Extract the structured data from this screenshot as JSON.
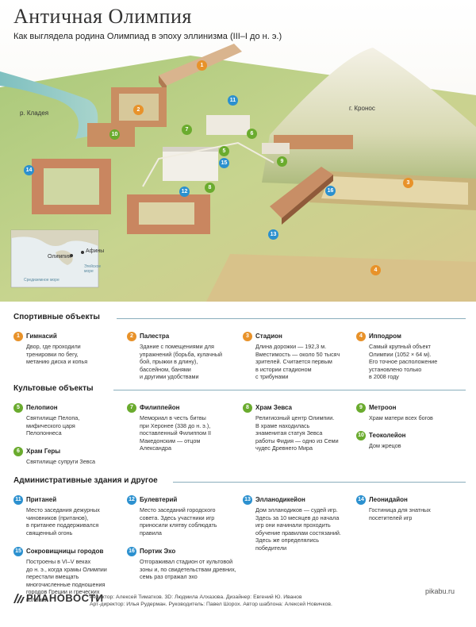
{
  "header": {
    "title": "Античная Олимпия",
    "subtitle": "Как выглядела родина Олимпиад в эпоху эллинизма (III–I до н. э.)"
  },
  "map_labels": {
    "river": "р. Кладея",
    "hill": "г. Кронос",
    "inset_olympia": "Олимпия",
    "inset_athens": "Афины",
    "inset_aegean": "Эгейское море",
    "inset_med": "Средиземное море"
  },
  "markers": [
    "1",
    "2",
    "3",
    "4",
    "5",
    "6",
    "7",
    "8",
    "9",
    "10",
    "11",
    "12",
    "13",
    "14",
    "15",
    "16"
  ],
  "sections": [
    {
      "title": "Спортивные объекты",
      "items": [
        {
          "num": "1",
          "name": "Гимнасий",
          "desc": "Двор, где проходили\nтренировки по бегу,\nметанию диска и копья"
        },
        {
          "num": "2",
          "name": "Палестра",
          "desc": "Здание с помещениями для\nупражнений (борьба, кулачный\nбой, прыжки в длину),\nбассейном, банями\nи другими удобствами"
        },
        {
          "num": "3",
          "name": "Стадион",
          "desc": "Длина дорожки — 192,3 м.\nВместимость — около 50 тысяч\nзрителей. Считается первым\nв истории стадионом\nс трибунами"
        },
        {
          "num": "4",
          "name": "Ипподром",
          "desc": "Самый крупный объект\nОлимпии (1052 × 64 м).\nЕго точное расположение\nустановлено только\nв 2008 году"
        }
      ]
    },
    {
      "title": "Культовые объекты",
      "items": [
        {
          "num": "5",
          "name": "Пелопион",
          "desc": "Святилище Пелопа,\nмифического царя\nПелопоннеса"
        },
        {
          "num": "7",
          "name": "Филиппейон",
          "desc": "Мемориал в честь битвы\nпри Херонее (338 до н. э.),\nпоставленный Филиппом II\nМакедонским — отцом\nАлександра"
        },
        {
          "num": "8",
          "name": "Храм Зевса",
          "desc": "Религиозный центр Олимпии.\nВ храме находилась\nзнаменитая статуя Зевса\nработы Фидия — одно из Семи\nчудес Древнего Мира"
        },
        {
          "num": "9",
          "name": "Метроон",
          "desc": "Храм матери всех богов"
        },
        {
          "num": "6",
          "name": "Храм Геры",
          "desc": "Святилище супруги Зевса"
        },
        {
          "num": "10",
          "name": "Теоколейон",
          "desc": "Дом жрецов"
        }
      ]
    },
    {
      "title": "Административные здания и другое",
      "items": [
        {
          "num": "11",
          "name": "Пританей",
          "desc": "Место заседания дежурных\nчиновников (пританов),\nв пританее поддерживался\nсвященный огонь"
        },
        {
          "num": "12",
          "name": "Булевтерий",
          "desc": "Место заседаний городского\nсовета. Здесь участники игр\nприносили клятву соблюдать\nправила"
        },
        {
          "num": "13",
          "name": "Элланодикейон",
          "desc": "Дом элланодиков — судей игр.\nЗдесь за 10 месяцев до начала\nигр они начинали проходить\nобучение правилам состязаний.\nЗдесь же определялись\nпобедители"
        },
        {
          "num": "14",
          "name": "Леонидайон",
          "desc": "Гостиница для знатных\nпосетителей игр"
        },
        {
          "num": "15",
          "name": "Сокровищницы городов",
          "desc": "Построены в VI–V веках\nдо н. э., когда храмы Олимпии\nперестали вмещать\nмногочисленные подношения\nгородов Греции и греческих\nколоний"
        },
        {
          "num": "16",
          "name": "Портик Эхо",
          "desc": "Отгораживал стадион от культовой\nзоны и, по свидетельствам древних,\nсемь раз отражал эхо"
        }
      ]
    }
  ],
  "footer": {
    "logo": "РИАНОВОСТИ",
    "credits_line1": "Редактор: Алексей Тиматков. 3D: Людмила Алхазова. Дизайнер: Евгений Ю. Иванов",
    "credits_line2": "Арт-директор: Илья Рудерман. Руководитель: Павел Шорох. Автор шаблона: Алексей Новичков.",
    "watermark": "pikabu.ru"
  },
  "colors": {
    "sport": "#e8922a",
    "cult": "#6aab2e",
    "admin": "#2b90cf"
  }
}
